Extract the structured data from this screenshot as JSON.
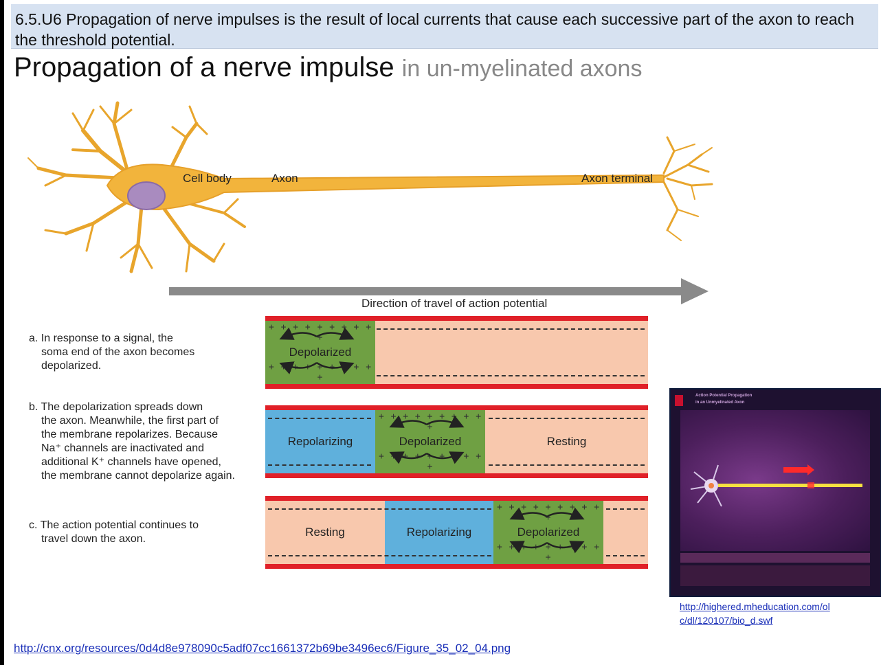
{
  "banner": {
    "text": "6.5.U6 Propagation of nerve impulses is the result of local currents that cause each successive part of the axon to reach the threshold potential."
  },
  "title": {
    "main": "Propagation of a nerve impulse",
    "sub": "in un-myelinated axons"
  },
  "neuron": {
    "cell_body": "Cell body",
    "axon": "Axon",
    "axon_terminal": "Axon terminal"
  },
  "direction_label": "Direction of travel of action potential",
  "steps": {
    "a": {
      "letter": "a.",
      "lines": [
        "In response to a signal, the",
        "soma end of the axon becomes",
        "depolarized."
      ]
    },
    "b": {
      "letter": "b.",
      "lines": [
        "The depolarization spreads down",
        "the axon. Meanwhile, the first part of",
        "the membrane repolarizes. Because",
        "Na⁺ channels are inactivated and",
        "additional K⁺ channels have opened,",
        "the membrane cannot depolarize again."
      ]
    },
    "c": {
      "letter": "c.",
      "lines": [
        "The action potential continues to",
        "travel down the axon."
      ]
    }
  },
  "strips": {
    "a": {
      "depolarized": "Depolarized"
    },
    "b": {
      "repolarizing": "Repolarizing",
      "depolarized": "Depolarized",
      "resting": "Resting"
    },
    "c": {
      "resting": "Resting",
      "repolarizing": "Repolarizing",
      "depolarized": "Depolarized"
    }
  },
  "charges": {
    "plus": "+ + + + + + + + + +"
  },
  "thumbnail": {
    "title": "Action Potential Propagation",
    "subtitle": "in an Unmyelinated Axon",
    "link_line1": "http://highered.mheducation.com/ol",
    "link_line2": "c/dl/120107/bio_d.swf"
  },
  "source_link": "http://cnx.org/resources/0d4d8e978090c5adf07cc1661372b69be3496ec6/Figure_35_02_04.png",
  "colors": {
    "resting": "#f8c8ad",
    "depolarized": "#6fa043",
    "repolarizing": "#5fb0dc",
    "membrane": "#e02028",
    "neuron": "#f2b43c",
    "arrow": "#8a8a8a"
  }
}
